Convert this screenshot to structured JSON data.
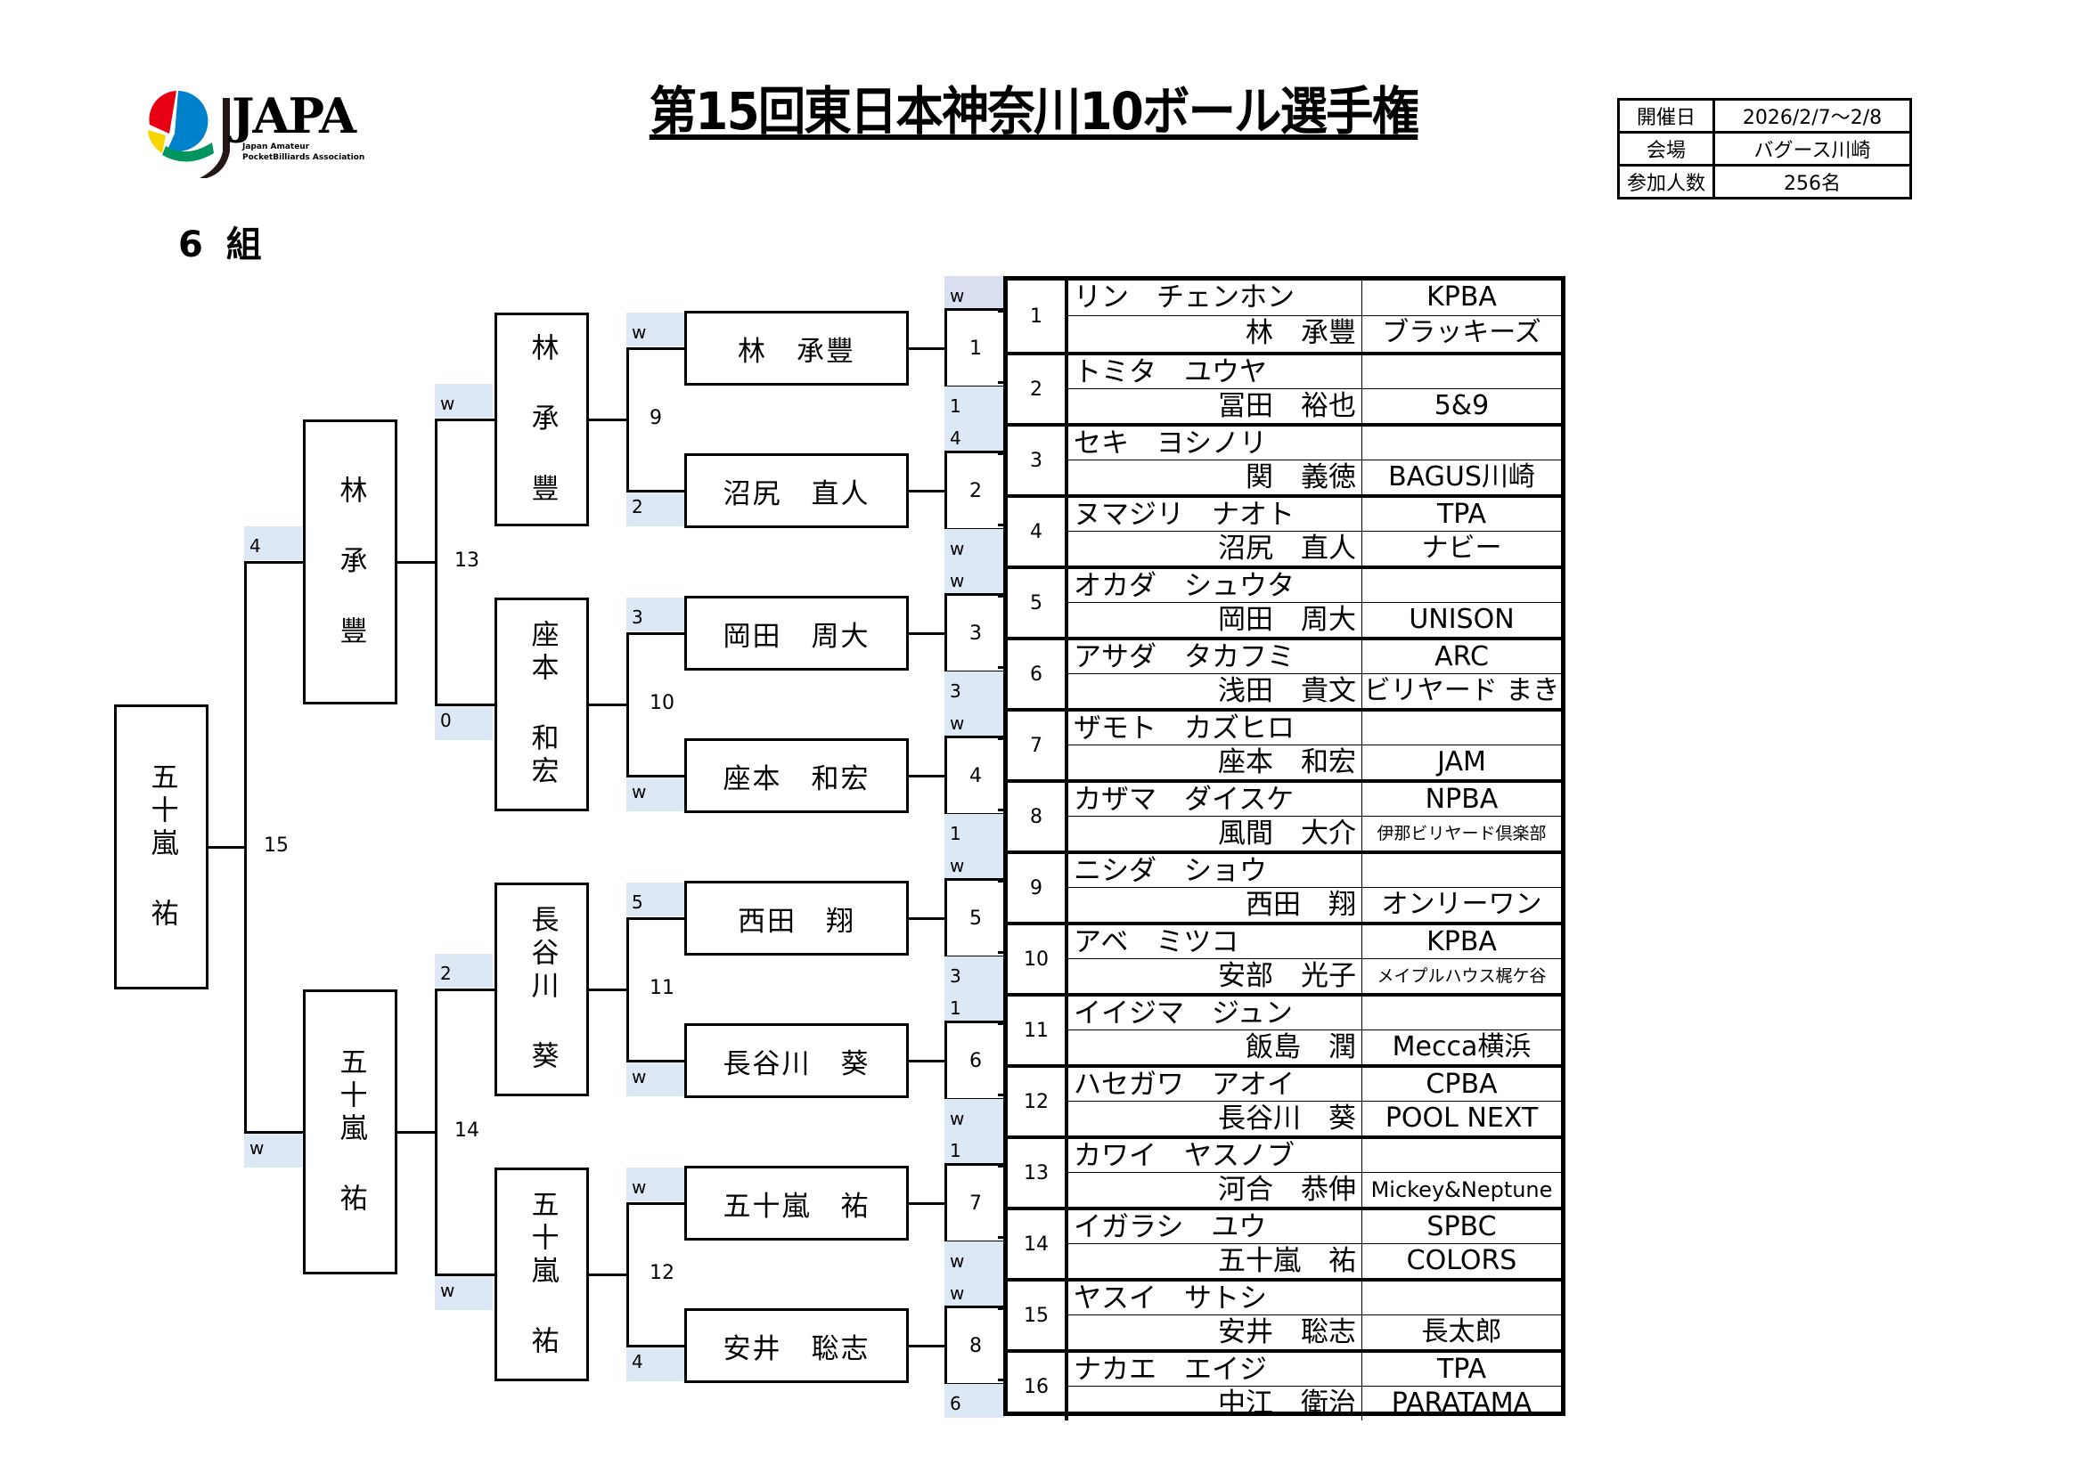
{
  "header": {
    "logo": {
      "name": "JAPA",
      "subtitle_line1": "Japan Amateur",
      "subtitle_line2": "PocketBilliards Association"
    },
    "title": "第15回東日本神奈川10ボール選手権",
    "group": "6 組",
    "info": [
      {
        "label": "開催日",
        "value": "2026/2/7～2/8"
      },
      {
        "label": "会場",
        "value": "バグース川崎"
      },
      {
        "label": "参加人数",
        "value": "256名"
      }
    ]
  },
  "entries": [
    {
      "no": "1",
      "kana": "リン　チェンホン",
      "kanji": "林　承豐",
      "team1": "KPBA",
      "team2": "ブラッキーズ"
    },
    {
      "no": "2",
      "kana": "トミタ　ユウヤ",
      "kanji": "冨田　裕也",
      "team1": "",
      "team2": "5&9"
    },
    {
      "no": "3",
      "kana": "セキ　ヨシノリ",
      "kanji": "関　義徳",
      "team1": "",
      "team2": "BAGUS川崎"
    },
    {
      "no": "4",
      "kana": "ヌマジリ　ナオト",
      "kanji": "沼尻　直人",
      "team1": "TPA",
      "team2": "ナビー"
    },
    {
      "no": "5",
      "kana": "オカダ　シュウタ",
      "kanji": "岡田　周大",
      "team1": "",
      "team2": "UNISON"
    },
    {
      "no": "6",
      "kana": "アサダ　タカフミ",
      "kanji": "浅田　貴文",
      "team1": "ARC",
      "team2": "ビリヤード まき"
    },
    {
      "no": "7",
      "kana": "ザモト　カズヒロ",
      "kanji": "座本　和宏",
      "team1": "",
      "team2": "JAM"
    },
    {
      "no": "8",
      "kana": "カザマ　ダイスケ",
      "kanji": "風間　大介",
      "team1": "NPBA",
      "team2": "伊那ビリヤード倶楽部"
    },
    {
      "no": "9",
      "kana": "ニシダ　ショウ",
      "kanji": "西田　翔",
      "team1": "",
      "team2": "オンリーワン"
    },
    {
      "no": "10",
      "kana": "アベ　ミツコ",
      "kanji": "安部　光子",
      "team1": "KPBA",
      "team2": "メイプルハウス梶ケ谷"
    },
    {
      "no": "11",
      "kana": "イイジマ　ジュン",
      "kanji": "飯島　潤",
      "team1": "",
      "team2": "Mecca横浜"
    },
    {
      "no": "12",
      "kana": "ハセガワ　アオイ",
      "kanji": "長谷川　葵",
      "team1": "CPBA",
      "team2": "POOL NEXT"
    },
    {
      "no": "13",
      "kana": "カワイ　ヤスノブ",
      "kanji": "河合　恭伸",
      "team1": "",
      "team2": "Mickey&Neptune"
    },
    {
      "no": "14",
      "kana": "イガラシ　ユウ",
      "kanji": "五十嵐　祐",
      "team1": "SPBC",
      "team2": "COLORS"
    },
    {
      "no": "15",
      "kana": "ヤスイ　サトシ",
      "kanji": "安井　聡志",
      "team1": "",
      "team2": "長太郎"
    },
    {
      "no": "16",
      "kana": "ナカエ　エイジ",
      "kanji": "中江　衛治",
      "team1": "TPA",
      "team2": "PARATAMA"
    }
  ],
  "round1": {
    "scores": [
      "w",
      "1",
      "4",
      "w",
      "w",
      "3",
      "w",
      "1",
      "w",
      "3",
      "1",
      "w",
      "1",
      "w",
      "w",
      "6"
    ],
    "match_labels": [
      "1",
      "2",
      "3",
      "4",
      "5",
      "6",
      "7",
      "8"
    ]
  },
  "round2": {
    "winners": [
      "林　承豐",
      "沼尻　直人",
      "岡田　周大",
      "座本　和宏",
      "西田　翔",
      "長谷川　葵",
      "五十嵐　祐",
      "安井　聡志"
    ],
    "scores": [
      "w",
      "2",
      "3",
      "w",
      "5",
      "w",
      "w",
      "4"
    ],
    "match_labels": [
      "9",
      "10",
      "11",
      "12"
    ]
  },
  "round3": {
    "winners": [
      "林 承 豐",
      "座本 和宏",
      "長谷川 葵",
      "五十嵐 祐"
    ],
    "scores": [
      "w",
      "0",
      "2",
      "w"
    ],
    "match_labels": [
      "13",
      "14"
    ]
  },
  "round4": {
    "winners": [
      "林 承 豐",
      "五十嵐 祐"
    ],
    "scores": [
      "4",
      "w"
    ],
    "match_labels": [
      "15"
    ]
  },
  "champion": "五十嵐 祐",
  "colors": {
    "score_bg": "#dce8f5",
    "score_bg_top": "#d9dff0",
    "line": "#000000"
  }
}
